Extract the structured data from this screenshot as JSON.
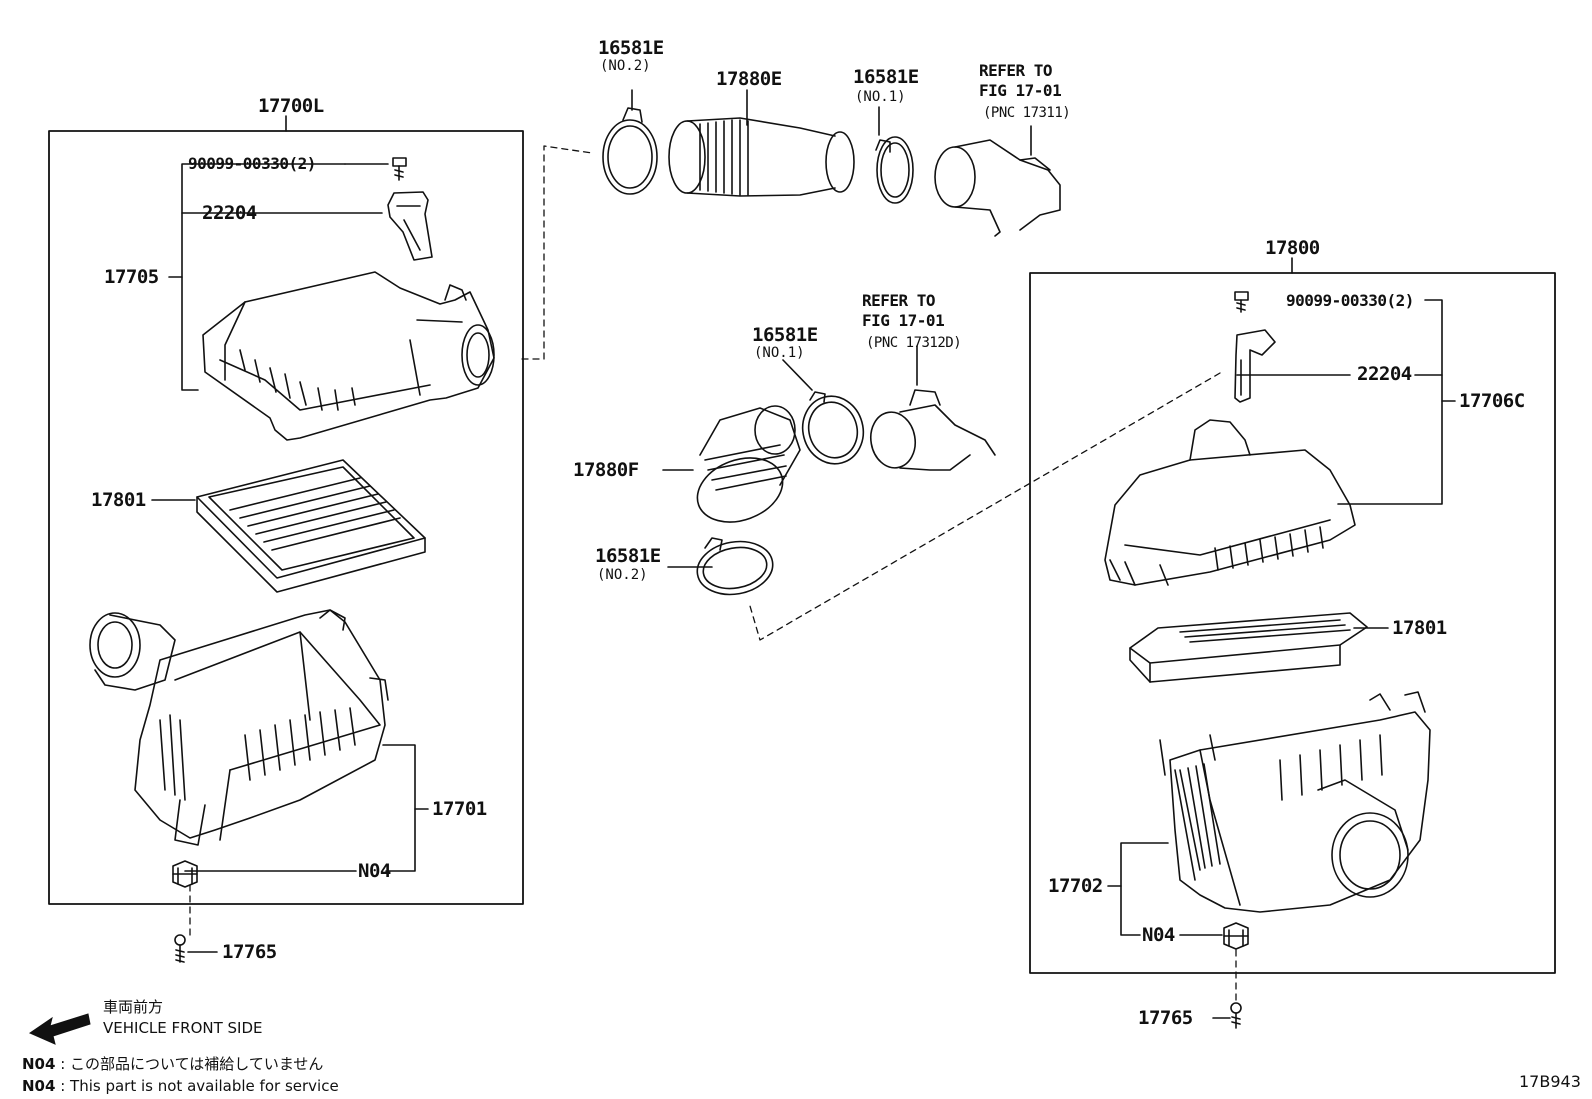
{
  "labels": {
    "assy_left": "17700L",
    "assy_right": "17800",
    "screw_left": "90099-00330(2)",
    "screw_right": "90099-00330(2)",
    "sensor_left": "22204",
    "sensor_right": "22204",
    "cap_left": "17705",
    "cap_right": "17706C",
    "filter_left": "17801",
    "filter_right": "17801",
    "case_left": "17701",
    "case_right": "17702",
    "grommet_left": "N04",
    "grommet_right": "N04",
    "stud_left": "17765",
    "stud_right": "17765",
    "hose_top": "17880E",
    "hose_mid": "17880F",
    "clamp_top_left": "16581E",
    "clamp_top_left_sub": "(NO.2)",
    "clamp_top_right": "16581E",
    "clamp_top_right_sub": "(NO.1)",
    "clamp_mid": "16581E",
    "clamp_mid_sub": "(NO.1)",
    "clamp_low": "16581E",
    "clamp_low_sub": "(NO.2)"
  },
  "refs": {
    "top": {
      "line1": "REFER TO",
      "line2": "FIG 17-01",
      "line3": "(PNC 17311)"
    },
    "mid": {
      "line1": "REFER TO",
      "line2": "FIG 17-01",
      "line3": "(PNC 17312D)"
    }
  },
  "legend": {
    "jp": "車両前方",
    "en": "VEHICLE FRONT SIDE"
  },
  "notes": {
    "code1": "N04",
    "text1": ": この部品については補給していません",
    "code2": "N04",
    "text2": ": This part is not available for service"
  },
  "figure_id": "17B943"
}
